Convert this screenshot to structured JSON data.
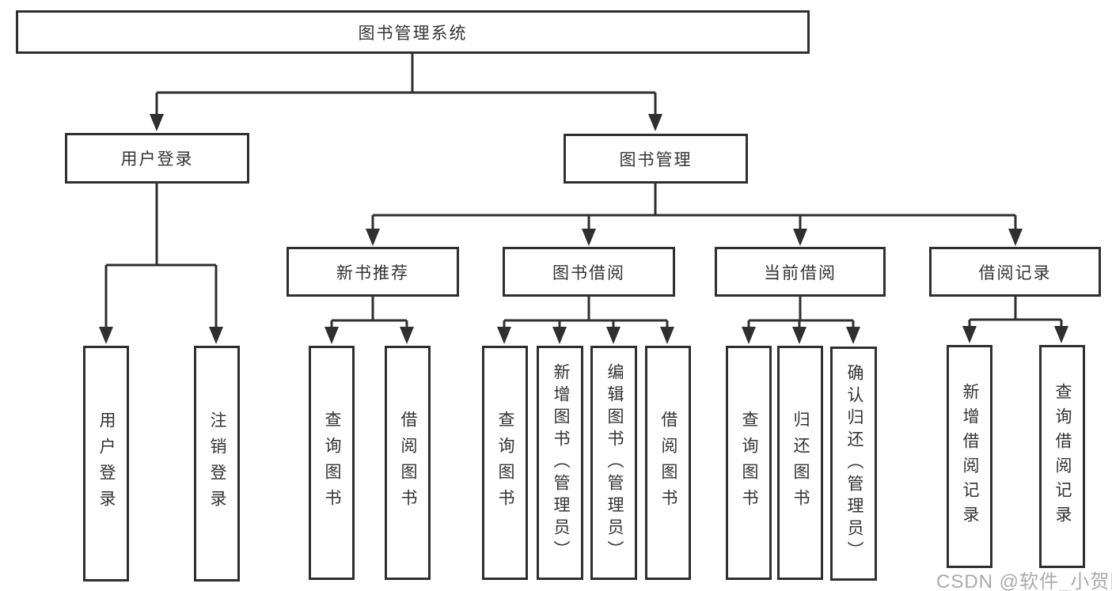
{
  "tree": {
    "label": "图书管理系统",
    "children": [
      {
        "label": "用户登录",
        "children": [
          {
            "label": "用户登录"
          },
          {
            "label": "注销登录"
          }
        ]
      },
      {
        "label": "图书管理",
        "children": [
          {
            "label": "新书推荐",
            "children": [
              {
                "label": "查询图书"
              },
              {
                "label": "借阅图书"
              }
            ]
          },
          {
            "label": "图书借阅",
            "children": [
              {
                "label": "查询图书"
              },
              {
                "label": "新增图书（管理员）"
              },
              {
                "label": "编辑图书（管理员）"
              },
              {
                "label": "借阅图书"
              }
            ]
          },
          {
            "label": "当前借阅",
            "children": [
              {
                "label": "查询图书"
              },
              {
                "label": "归还图书"
              },
              {
                "label": "确认归还（管理员）"
              }
            ]
          },
          {
            "label": "借阅记录",
            "children": [
              {
                "label": "新增借阅记录"
              },
              {
                "label": "查询借阅记录"
              }
            ]
          }
        ]
      }
    ]
  },
  "watermark": "CSDN @软件_小贺同学",
  "colors": {
    "line": "#2f2f2f",
    "text": "#333333",
    "background": "#ffffff",
    "watermark": "#ababab"
  }
}
